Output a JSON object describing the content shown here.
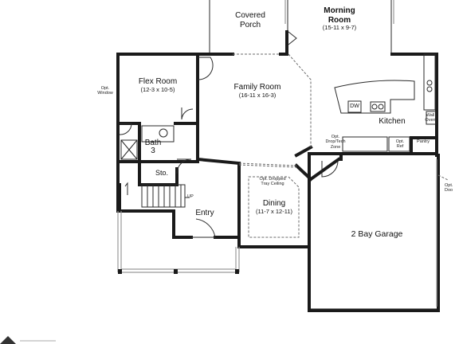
{
  "rooms": {
    "covered_porch": {
      "name": "Covered\nPorch"
    },
    "morning_room": {
      "name": "Morning\nRoom",
      "dims": "(15-11 x 9-7)"
    },
    "flex_room": {
      "name": "Flex Room",
      "dims": "(12-3 x 10-5)"
    },
    "family_room": {
      "name": "Family Room",
      "dims": "(16-11 x 16-3)"
    },
    "kitchen": {
      "name": "Kitchen"
    },
    "bath": {
      "name": "Bath\n3"
    },
    "storage": {
      "name": "Sto."
    },
    "entry": {
      "name": "Entry"
    },
    "dining": {
      "name": "Dining",
      "dims": "(11-7 x 12-11)"
    },
    "garage": {
      "name": "2 Bay Garage"
    }
  },
  "notes": {
    "opt_window": "Opt.\nWindow",
    "dw": "DW",
    "wall_oven": "Wall\nOven",
    "opt_drop_zone": "Opt.\nDrop/Tech\nZone",
    "opt_ref": "Opt.\nRef",
    "pantry": "Pantry",
    "opt_door": "Opt.\nDoo",
    "tray_ceiling": "Opt. Dropped\nTray Ceiling",
    "up": "UP"
  }
}
